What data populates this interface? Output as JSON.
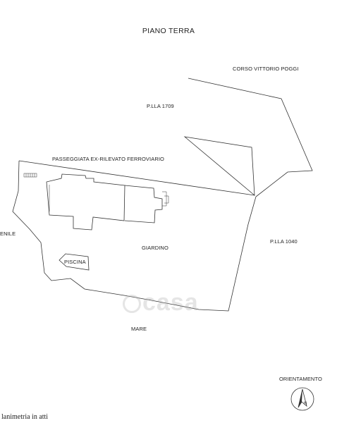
{
  "title": "PIANO TERRA",
  "labels": {
    "corso": "CORSO VITTORIO POGGI",
    "plla1709": "P.LLA 1709",
    "passeggiata": "PASSEGGIATA EX-RILEVATO FERROVIARIO",
    "fienile": "ENILE",
    "piscina": "PISCINA",
    "giardino": "GIARDINO",
    "plla1040": "P.LLA 1040",
    "mare": "MARE",
    "orientamento": "ORIENTAMENTO",
    "north": "N"
  },
  "caption": "lanimetria in atti",
  "watermark": "casa"
}
